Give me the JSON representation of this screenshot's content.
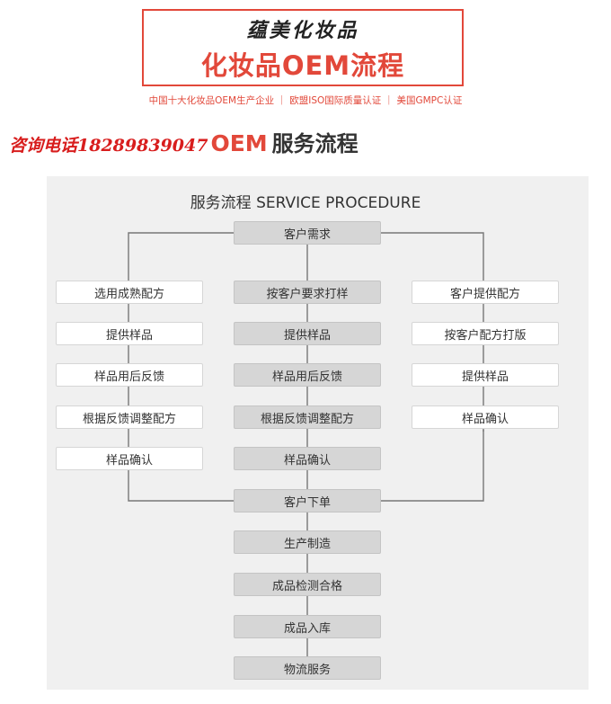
{
  "header": {
    "company": "蕴美化妆品",
    "banner_title": "化妆品OEM流程",
    "certifications": "中国十大化妆品OEM生产企业 ｜ 欧盟ISO国际质量认证 ｜ 美国GMPC认证",
    "phone": "咨询电话18289839047",
    "oem": "OEM",
    "service": "服务流程"
  },
  "diagram": {
    "title": "服务流程 SERVICE PROCEDURE",
    "top": "客户需求",
    "left": [
      "选用成熟配方",
      "提供样品",
      "样品用后反馈",
      "根据反馈调整配方",
      "样品确认"
    ],
    "center": [
      "按客户要求打样",
      "提供样品",
      "样品用后反馈",
      "根据反馈调整配方",
      "样品确认"
    ],
    "right": [
      "客户提供配方",
      "按客户配方打版",
      "提供样品",
      "样品确认"
    ],
    "merge": "客户下单",
    "bottom": [
      "生产制造",
      "成品检测合格",
      "成品入库",
      "物流服务"
    ]
  },
  "colors": {
    "accent": "#e2483a",
    "phone": "#d81d1d",
    "panel": "#f0f0f0",
    "box_gray": "#d6d6d6",
    "line": "#777777"
  }
}
